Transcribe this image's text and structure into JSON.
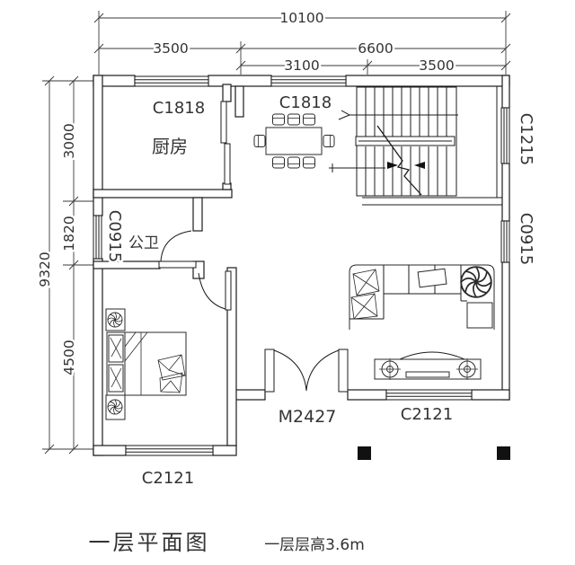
{
  "captions": {
    "plan_title": "一层平面图",
    "floor_height_note": "一层层高3.6m"
  },
  "dimensions": {
    "top_total": "10100",
    "top_row2": [
      "3500",
      "6600"
    ],
    "top_row3": [
      "3100",
      "3500"
    ],
    "left_total": "9320",
    "left_segments": [
      "3000",
      "1820",
      "4500"
    ]
  },
  "room_labels": {
    "kitchen": "厨房",
    "bathroom": "公卫"
  },
  "window_labels": {
    "kitchen_top": "C1818",
    "dining_top": "C1818",
    "right_upper": "C1215",
    "right_lower": "C0915",
    "left_bath": "C0915",
    "bedroom_bottom": "C2121",
    "living_bottom": "C2121"
  },
  "door_labels": {
    "entry": "M2427"
  }
}
